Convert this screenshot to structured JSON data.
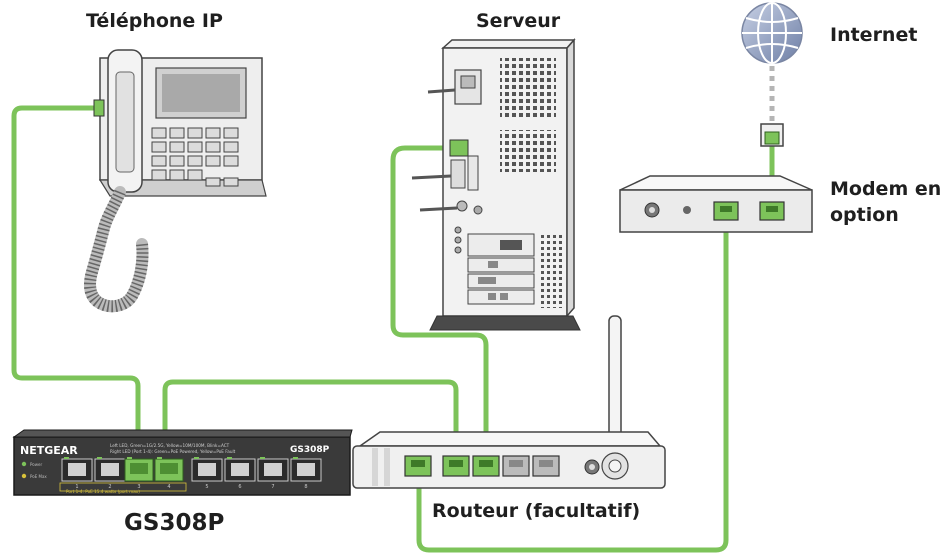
{
  "labels": {
    "phone": "Téléphone IP",
    "server": "Serveur",
    "internet": "Internet",
    "modem_line1": "Modem en",
    "modem_line2": "option",
    "switch": "GS308P",
    "router": "Routeur (facultatif)"
  },
  "switch_panel": {
    "brand": "NETGEAR",
    "model": "GS308P",
    "led_text_1": "Left LED, Green=1G/2.5G, Yellow=10M/100M, Blink=ACT",
    "led_text_2": "Right LED (Port 1-4): Green=PoE Powered, Yellow=PoE Fault",
    "power_led_label": "Power",
    "poe_max_label": "PoE Max",
    "poe_note": "Port 1-4: PoE 15.4 watts (port max)",
    "port_numbers": [
      "1",
      "2",
      "3",
      "4",
      "5",
      "6",
      "7",
      "8"
    ]
  },
  "colors": {
    "cable": "#7dc35a",
    "port_active": "#7dc35a",
    "switch_body": "#3a3a3a",
    "globe": "#8e9cbd"
  }
}
